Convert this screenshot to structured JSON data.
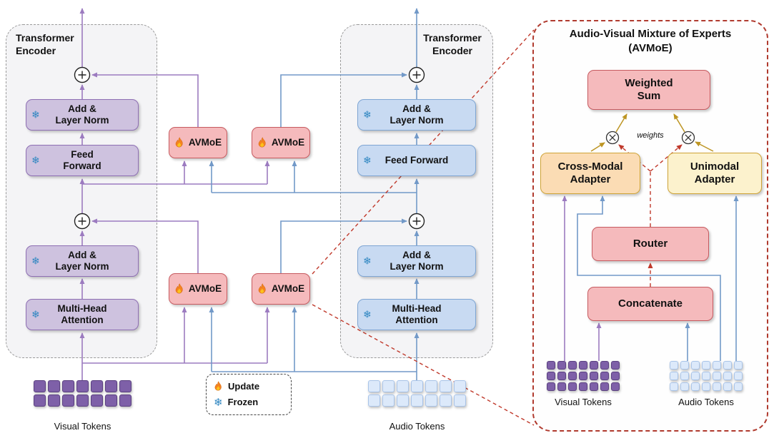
{
  "left_encoder": {
    "title_l1": "Transformer",
    "title_l2": "Encoder",
    "blocks": [
      {
        "l1": "Add &",
        "l2": "Layer Norm"
      },
      {
        "l1": "Feed",
        "l2": "Forward"
      },
      {
        "l1": "Add &",
        "l2": "Layer Norm"
      },
      {
        "l1": "Multi-Head",
        "l2": "Attention"
      }
    ]
  },
  "right_encoder": {
    "title_l1": "Transformer",
    "title_l2": "Encoder",
    "blocks": [
      {
        "l1": "Add &",
        "l2": "Layer Norm"
      },
      {
        "l1": "Feed Forward",
        "l2": ""
      },
      {
        "l1": "Add &",
        "l2": "Layer Norm"
      },
      {
        "l1": "Multi-Head",
        "l2": "Attention"
      }
    ]
  },
  "avmoe": {
    "label": "AVMoE"
  },
  "legend": {
    "update": "Update",
    "frozen": "Frozen"
  },
  "tokens": {
    "visual": "Visual Tokens",
    "audio": "Audio Tokens"
  },
  "panel": {
    "title_l1": "Audio-Visual Mixture of Experts",
    "title_l2": "(AVMoE)",
    "weighted_sum": {
      "l1": "Weighted",
      "l2": "Sum"
    },
    "cross_modal_adapter": {
      "l1": "Cross-Modal",
      "l2": "Adapter"
    },
    "unimodal_adapter": {
      "l1": "Unimodal",
      "l2": "Adapter"
    },
    "router": "Router",
    "concatenate": "Concatenate",
    "weights": "weights",
    "visual_tokens": "Visual Tokens",
    "audio_tokens": "Audio Tokens"
  },
  "icons": {
    "frozen_glyph": "❄"
  },
  "colors": {
    "visual_fill": "#CEC2DF",
    "visual_border": "#8E6FB3",
    "audio_fill": "#C8DAF2",
    "audio_border": "#7FA6D4",
    "avmoe_fill": "#F5BABC",
    "avmoe_border": "#C75B60",
    "cross_modal_fill": "#FBDCB4",
    "unimodal_fill": "#FCF2CD",
    "adapter_border": "#CFA437",
    "callout_red": "#C0392B",
    "visual_line": "#9C7BC0",
    "audio_line": "#7299C8",
    "gold_line": "#BD9523"
  }
}
